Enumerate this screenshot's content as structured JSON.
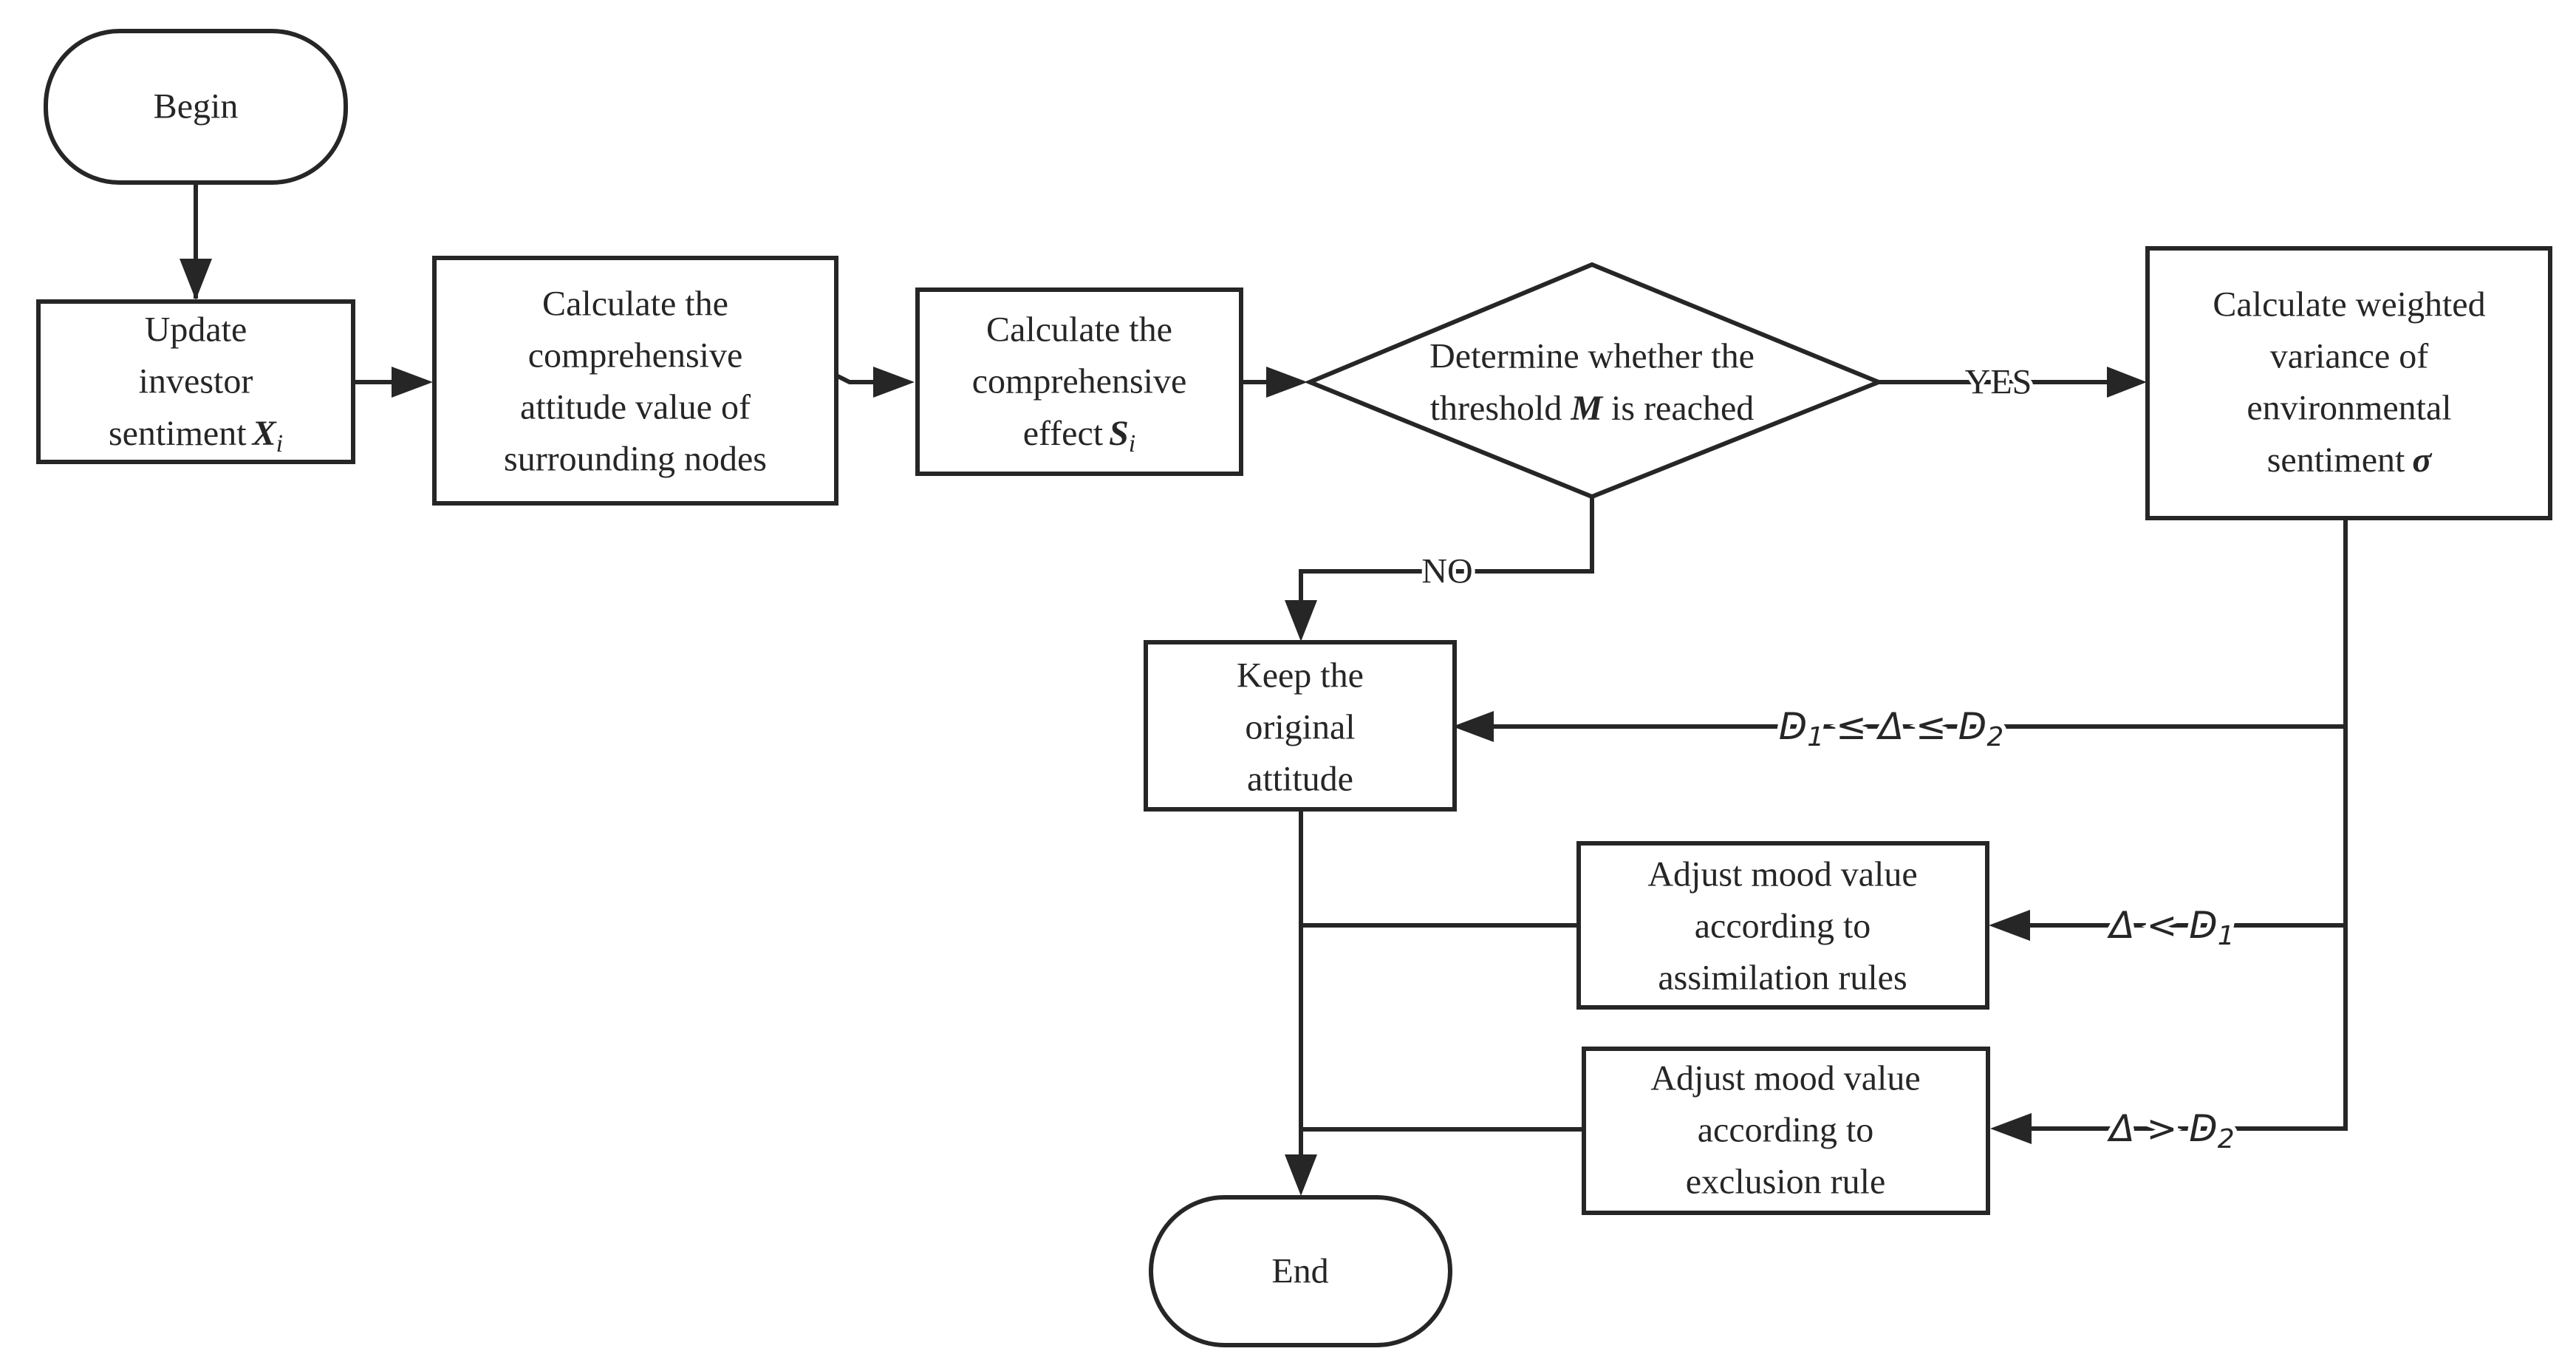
{
  "nodes": {
    "begin": "Begin",
    "update": [
      "Update",
      "investor",
      "sentiment"
    ],
    "update_var": "X",
    "update_sub": "i",
    "calc_attitude": [
      "Calculate the",
      "comprehensive",
      "attitude value of",
      "surrounding nodes"
    ],
    "calc_effect": [
      "Calculate the",
      "comprehensive",
      "effect"
    ],
    "calc_effect_var": "S",
    "calc_effect_sub": "i",
    "decision": [
      "Determine whether the",
      "threshold",
      "is reached"
    ],
    "decision_var": "M",
    "variance": [
      "Calculate weighted",
      "variance of",
      "environmental",
      "sentiment"
    ],
    "variance_var": "σ",
    "keep": [
      "Keep the",
      "original",
      "attitude"
    ],
    "assimilation": [
      "Adjust mood value",
      "according to",
      "assimilation rules"
    ],
    "exclusion": [
      "Adjust mood value",
      "according to",
      "exclusion rule"
    ],
    "end": "End"
  },
  "edges": {
    "yes": "YES",
    "no": "NO",
    "cond_middle": {
      "d1": "D",
      "d1_sub": "1",
      "op1": " ≤ ",
      "delta": "Δ",
      "op2": " ≤ ",
      "d2": "D",
      "d2_sub": "2"
    },
    "cond_low": {
      "delta": "Δ",
      "op": " < ",
      "d": "D",
      "d_sub": "1"
    },
    "cond_high": {
      "delta": "Δ",
      "op": " > ",
      "d": "D",
      "d_sub": "2"
    }
  }
}
